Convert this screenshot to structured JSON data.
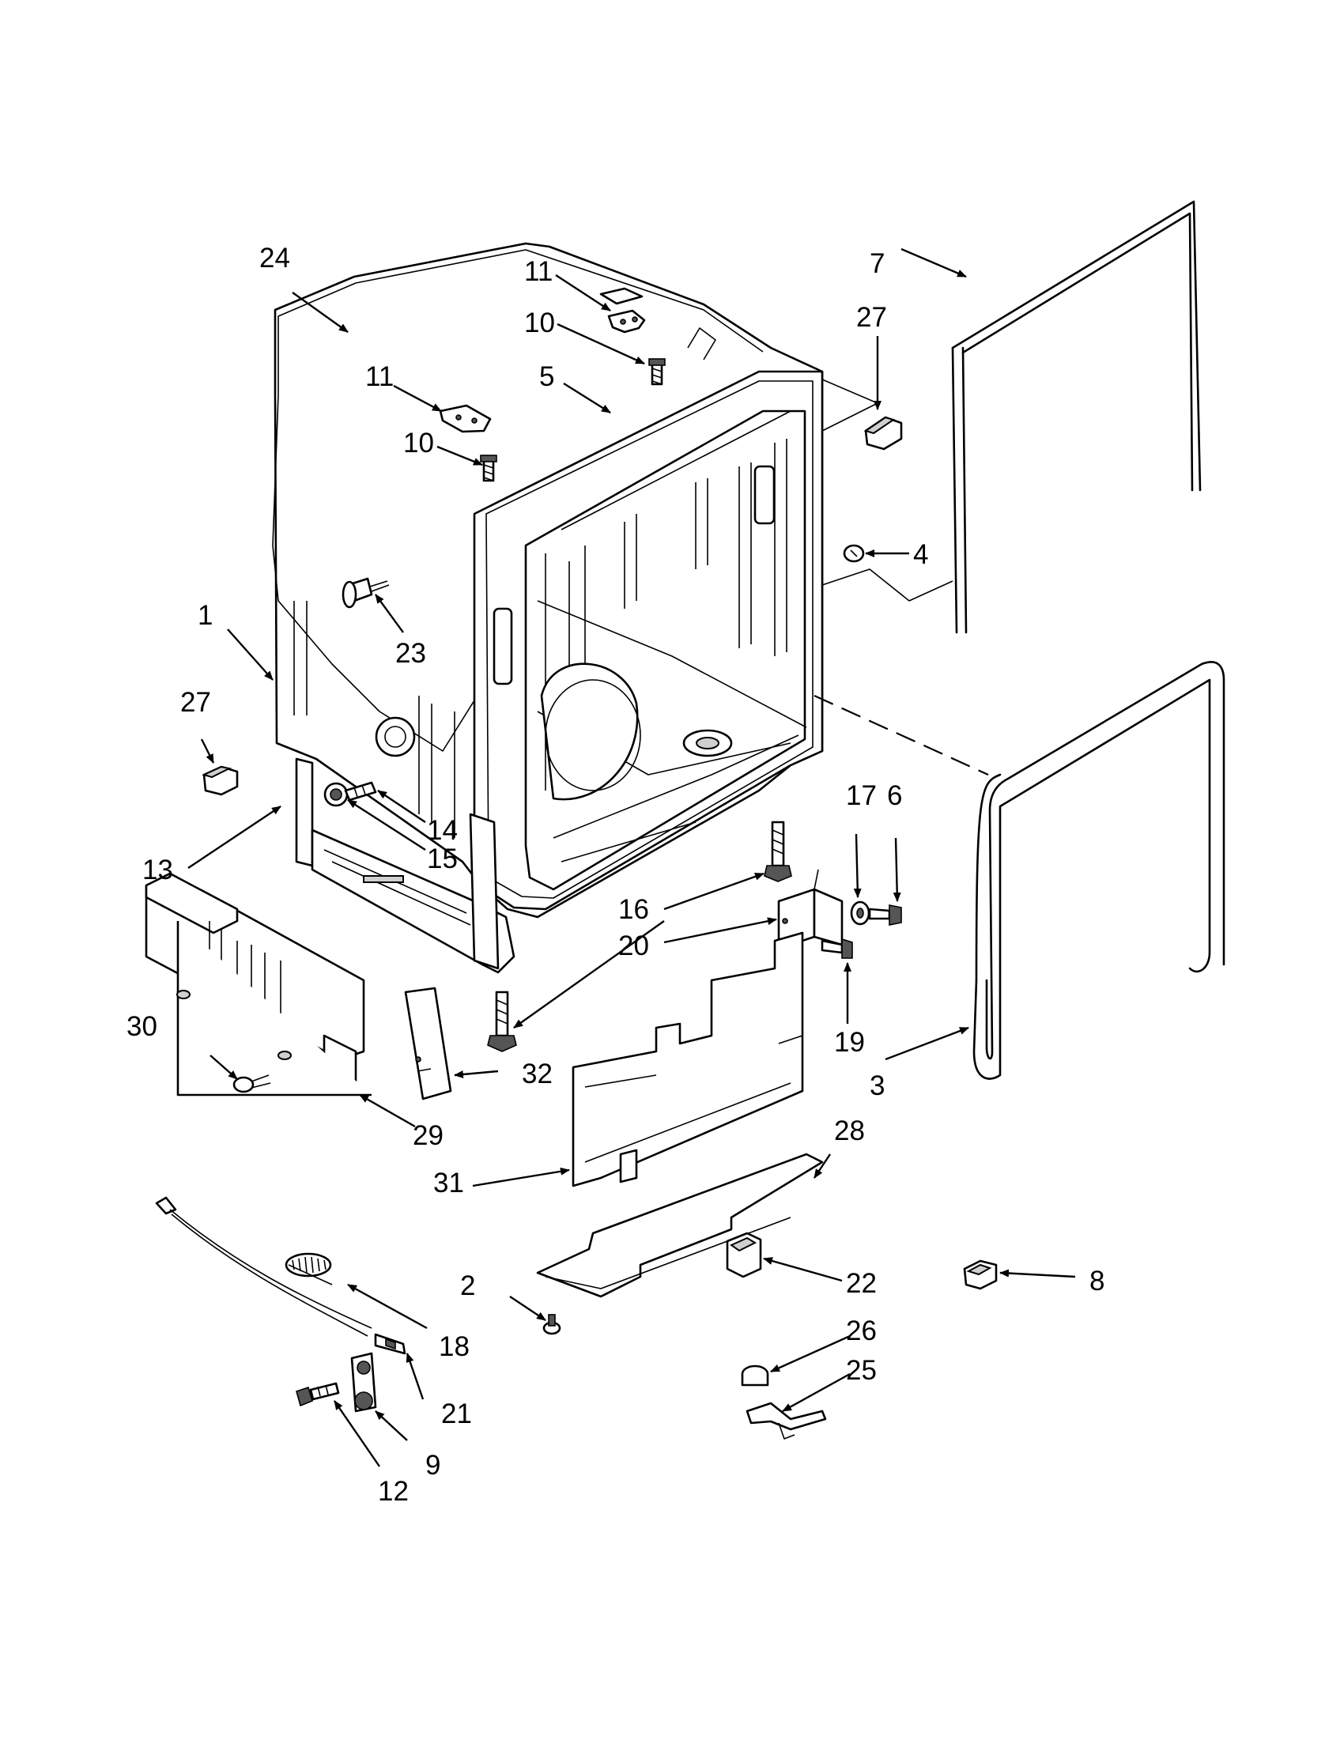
{
  "callouts": {
    "c1": "1",
    "c2": "2",
    "c3": "3",
    "c4": "4",
    "c5": "5",
    "c6": "6",
    "c7": "7",
    "c8": "8",
    "c9": "9",
    "c10a": "10",
    "c10b": "10",
    "c11a": "11",
    "c11b": "11",
    "c12": "12",
    "c13": "13",
    "c14": "14",
    "c15": "15",
    "c16": "16",
    "c17": "17",
    "c18": "18",
    "c19": "19",
    "c20": "20",
    "c21": "21",
    "c22": "22",
    "c23": "23",
    "c24": "24",
    "c25": "25",
    "c26": "26",
    "c27a": "27",
    "c27b": "27",
    "c28": "28",
    "c29": "29",
    "c30": "30",
    "c31": "31",
    "c32": "32"
  }
}
